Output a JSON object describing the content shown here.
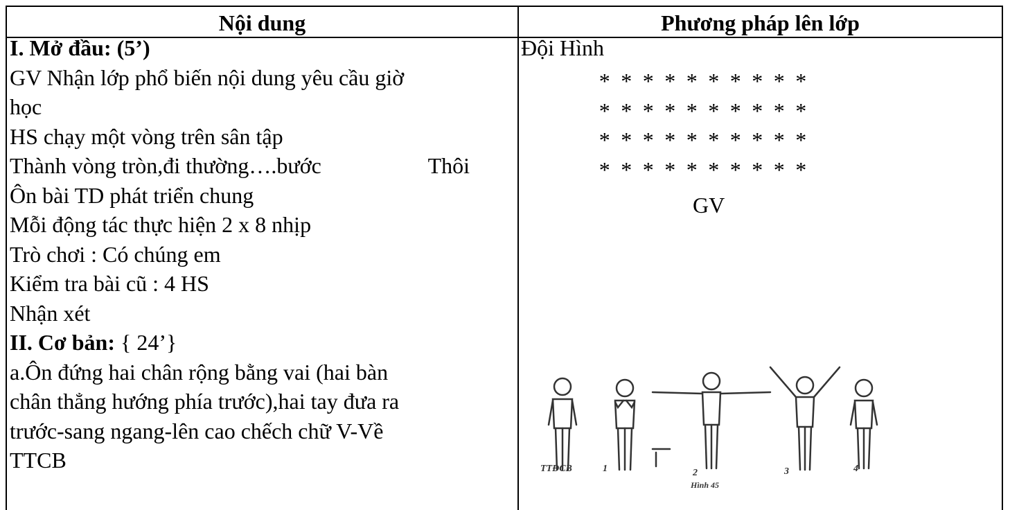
{
  "headers": {
    "content": "Nội dung",
    "method": "Phương pháp lên lớp"
  },
  "content": {
    "section1_title": "I. Mở đầu: (5’)",
    "line1": "GV Nhận lớp phổ biến nội dung yêu cầu giờ",
    "line2": "học",
    "line3": "HS chạy một vòng trên sân tập",
    "line4a": "Thành vòng tròn,đi thường….bước",
    "line4b": "Thôi",
    "line5": "Ôn bài TD phát triển chung",
    "line6": "Mỗi động tác thực hiện 2 x 8 nhịp",
    "line7": "Trò chơi : Có chúng em",
    "line8": "Kiểm tra bài cũ : 4 HS",
    "line9": "Nhận xét",
    "section2_title": "II. Cơ bản:",
    "section2_time": " { 24’}",
    "line10": "a.Ôn đứng hai chân rộng bằng vai (hai bàn",
    "line11": "chân thẳng hướng phía trước),hai tay đưa ra",
    "line12": "trước-sang ngang-lên cao chếch chữ V-Về",
    "line13": "TTCB"
  },
  "method": {
    "formation_label": "Đội Hình",
    "star_rows": 4,
    "star_cols": 10,
    "star_char": "*",
    "teacher_label": "GV",
    "figure_labels": [
      "TTĐCB",
      "1",
      "2",
      "3",
      "4"
    ],
    "figure_caption": "Hình 45"
  }
}
